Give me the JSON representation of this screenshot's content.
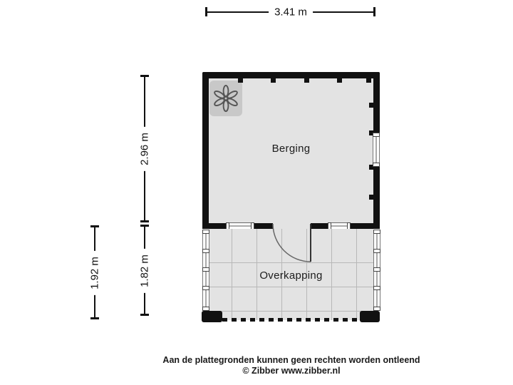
{
  "floorplan": {
    "dimensions": {
      "width_top": "3.41 m",
      "height_berging": "2.96 m",
      "height_overkapping_outer": "1.92 m",
      "height_overkapping_inner": "1.82 m"
    },
    "rooms": [
      {
        "name": "Berging"
      },
      {
        "name": "Overkapping"
      }
    ],
    "features": [
      {
        "icon": "fan-icon",
        "meaning": "mechanical ventilation unit in Berging"
      },
      {
        "icon": "door-arc",
        "meaning": "inward swinging door between Berging and Overkapping"
      }
    ],
    "colors": {
      "wall": "#111111",
      "room_fill": "#e3e3e3",
      "grid_line": "#b8b8b8",
      "fan_panel": "#c8c8c8",
      "background": "#ffffff"
    }
  },
  "footer": {
    "disclaimer": "Aan de plattegronden kunnen geen rechten worden ontleend",
    "copyright": "© Zibber www.zibber.nl"
  }
}
